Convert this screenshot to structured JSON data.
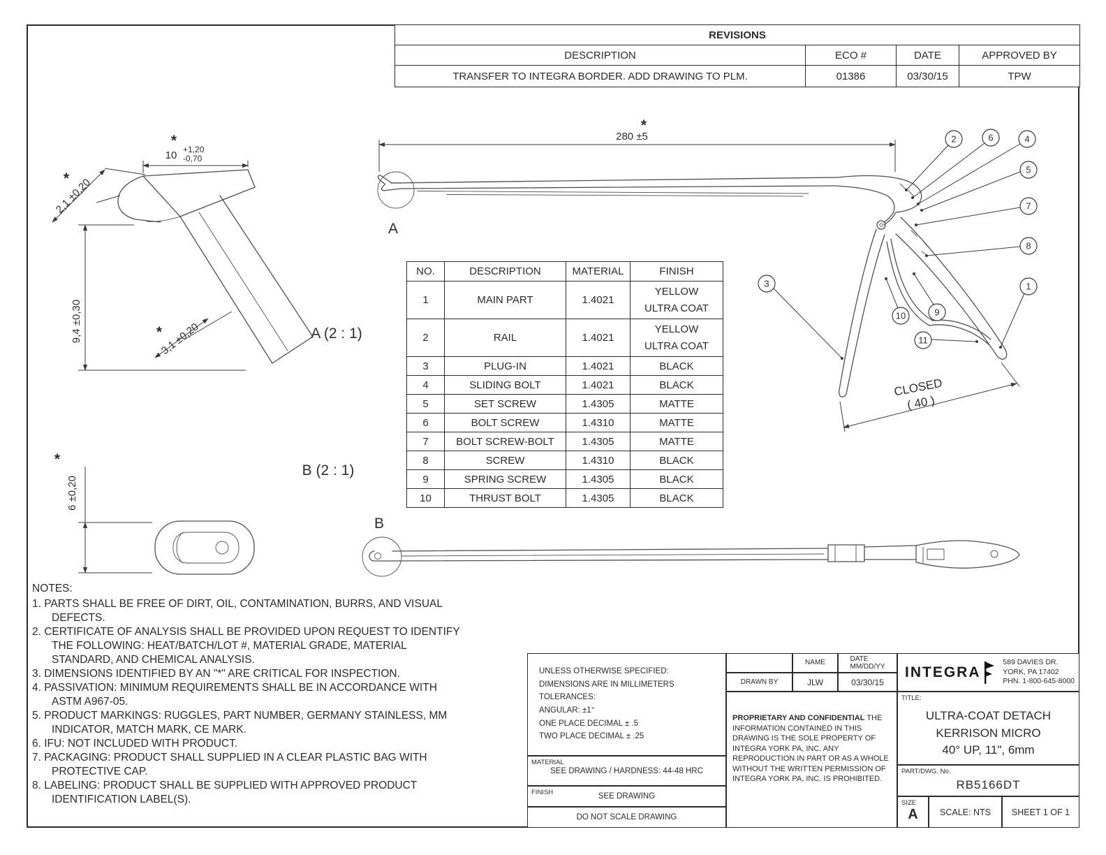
{
  "revisions": {
    "title": "REVISIONS",
    "headers": {
      "description": "DESCRIPTION",
      "eco": "ECO #",
      "date": "DATE",
      "approved": "APPROVED BY"
    },
    "rows": [
      {
        "description": "TRANSFER TO INTEGRA BORDER. ADD DRAWING TO PLM.",
        "eco": "01386",
        "date": "03/30/15",
        "approved": "TPW"
      }
    ]
  },
  "parts": {
    "headers": {
      "no": "NO.",
      "description": "DESCRIPTION",
      "material": "MATERIAL",
      "finish": "FINISH"
    },
    "rows": [
      {
        "no": "1",
        "description": "MAIN PART",
        "material": "1.4021",
        "finish": "YELLOW\nULTRA COAT"
      },
      {
        "no": "2",
        "description": "RAIL",
        "material": "1.4021",
        "finish": "YELLOW\nULTRA COAT"
      },
      {
        "no": "3",
        "description": "PLUG-IN",
        "material": "1.4021",
        "finish": "BLACK"
      },
      {
        "no": "4",
        "description": "SLIDING BOLT",
        "material": "1.4021",
        "finish": "BLACK"
      },
      {
        "no": "5",
        "description": "SET SCREW",
        "material": "1.4305",
        "finish": "MATTE"
      },
      {
        "no": "6",
        "description": "BOLT SCREW",
        "material": "1.4310",
        "finish": "MATTE"
      },
      {
        "no": "7",
        "description": "BOLT SCREW-BOLT",
        "material": "1.4305",
        "finish": "MATTE"
      },
      {
        "no": "8",
        "description": "SCREW",
        "material": "1.4310",
        "finish": "BLACK"
      },
      {
        "no": "9",
        "description": "SPRING SCREW",
        "material": "1.4305",
        "finish": "BLACK"
      },
      {
        "no": "10",
        "description": "THRUST BOLT",
        "material": "1.4305",
        "finish": "BLACK"
      }
    ]
  },
  "notes": {
    "title": "NOTES:",
    "items": [
      "1.  PARTS SHALL BE FREE OF DIRT, OIL, CONTAMINATION, BURRS, AND VISUAL DEFECTS.",
      "2.  CERTIFICATE OF ANALYSIS SHALL BE PROVIDED UPON REQUEST TO IDENTIFY THE FOLLOWING: HEAT/BATCH/LOT #, MATERIAL GRADE, MATERIAL STANDARD, AND CHEMICAL ANALYSIS.",
      "3.  DIMENSIONS IDENTIFIED BY AN \"*\" ARE CRITICAL FOR INSPECTION.",
      "4.  PASSIVATION: MINIMUM REQUIREMENTS SHALL BE IN ACCORDANCE WITH ASTM A967-05.",
      "5.  PRODUCT MARKINGS: RUGGLES, PART NUMBER, GERMANY STAINLESS, MM INDICATOR, MATCH MARK, CE MARK.",
      "6.  IFU: NOT INCLUDED WITH PRODUCT.",
      "7.  PACKAGING: PRODUCT SHALL SUPPLIED IN A CLEAR PLASTIC BAG WITH PROTECTIVE CAP.",
      "8.  LABELING: PRODUCT SHALL BE SUPPLIED WITH APPROVED PRODUCT IDENTIFICATION LABEL(S)."
    ]
  },
  "title_block": {
    "spec_lines": "UNLESS OTHERWISE SPECIFIED:\nDIMENSIONS ARE IN MILLIMETERS\nTOLERANCES:\nANGULAR: ±1°\nONE PLACE DECIMAL ± .5\nTWO PLACE DECIMAL ± .25",
    "material_label": "MATERIAL",
    "material_value": "SEE DRAWING / HARDNESS: 44-48 HRC",
    "finish_label": "FINISH",
    "finish_value": "SEE DRAWING",
    "do_not_scale": "DO NOT SCALE DRAWING",
    "name_header": "NAME",
    "date_header": "DATE\nMM/DD/YY",
    "drawn_by_label": "DRAWN BY",
    "drawn_by_name": "JLW",
    "drawn_by_date": "03/30/15",
    "proprietary_title": "PROPRIETARY AND CONFIDENTIAL",
    "proprietary_text": "THE INFORMATION CONTAINED IN THIS DRAWING IS THE SOLE PROPERTY OF INTEGRA YORK PA, INC.  ANY REPRODUCTION IN PART OR AS A WHOLE WITHOUT THE WRITTEN PERMISSION OF INTEGRA YORK PA, INC. IS PROHIBITED.",
    "company": "INTEGRA",
    "address": "589 DAVIES DR.\nYORK, PA 17402\nPHN. 1-800-645-8000",
    "title_label": "TITLE:",
    "title_lines": "ULTRA-COAT DETACH\nKERRISON MICRO\n40° UP, 11\", 6mm",
    "part_label": "PART/DWG. No.",
    "part_number": "RB5166DT",
    "size_label": "SIZE",
    "size_value": "A",
    "scale": "SCALE: NTS",
    "sheet": "SHEET 1 OF 1"
  },
  "drawing": {
    "overall_length_dim": "280 ±5",
    "footplate_length_dim": "10",
    "footplate_tol_plus": "+1,20",
    "footplate_tol_minus": "-0,70",
    "plate_thickness_dim": "2,1 ±0,20",
    "tip_height_dim": "9,4 ±0,30",
    "jaw_thickness_dim": "3,1 ±0,20",
    "footplate_width_dim": "6 ±0,20",
    "detail_a_label": "A (2 : 1)",
    "detail_b_label": "B (2 : 1)",
    "section_a_marker": "A",
    "section_b_marker": "B",
    "closed_label": "CLOSED",
    "closed_value": "( 40 )",
    "critical_marker": "*",
    "callouts": [
      "1",
      "2",
      "3",
      "4",
      "5",
      "6",
      "7",
      "8",
      "9",
      "10",
      "11"
    ]
  }
}
